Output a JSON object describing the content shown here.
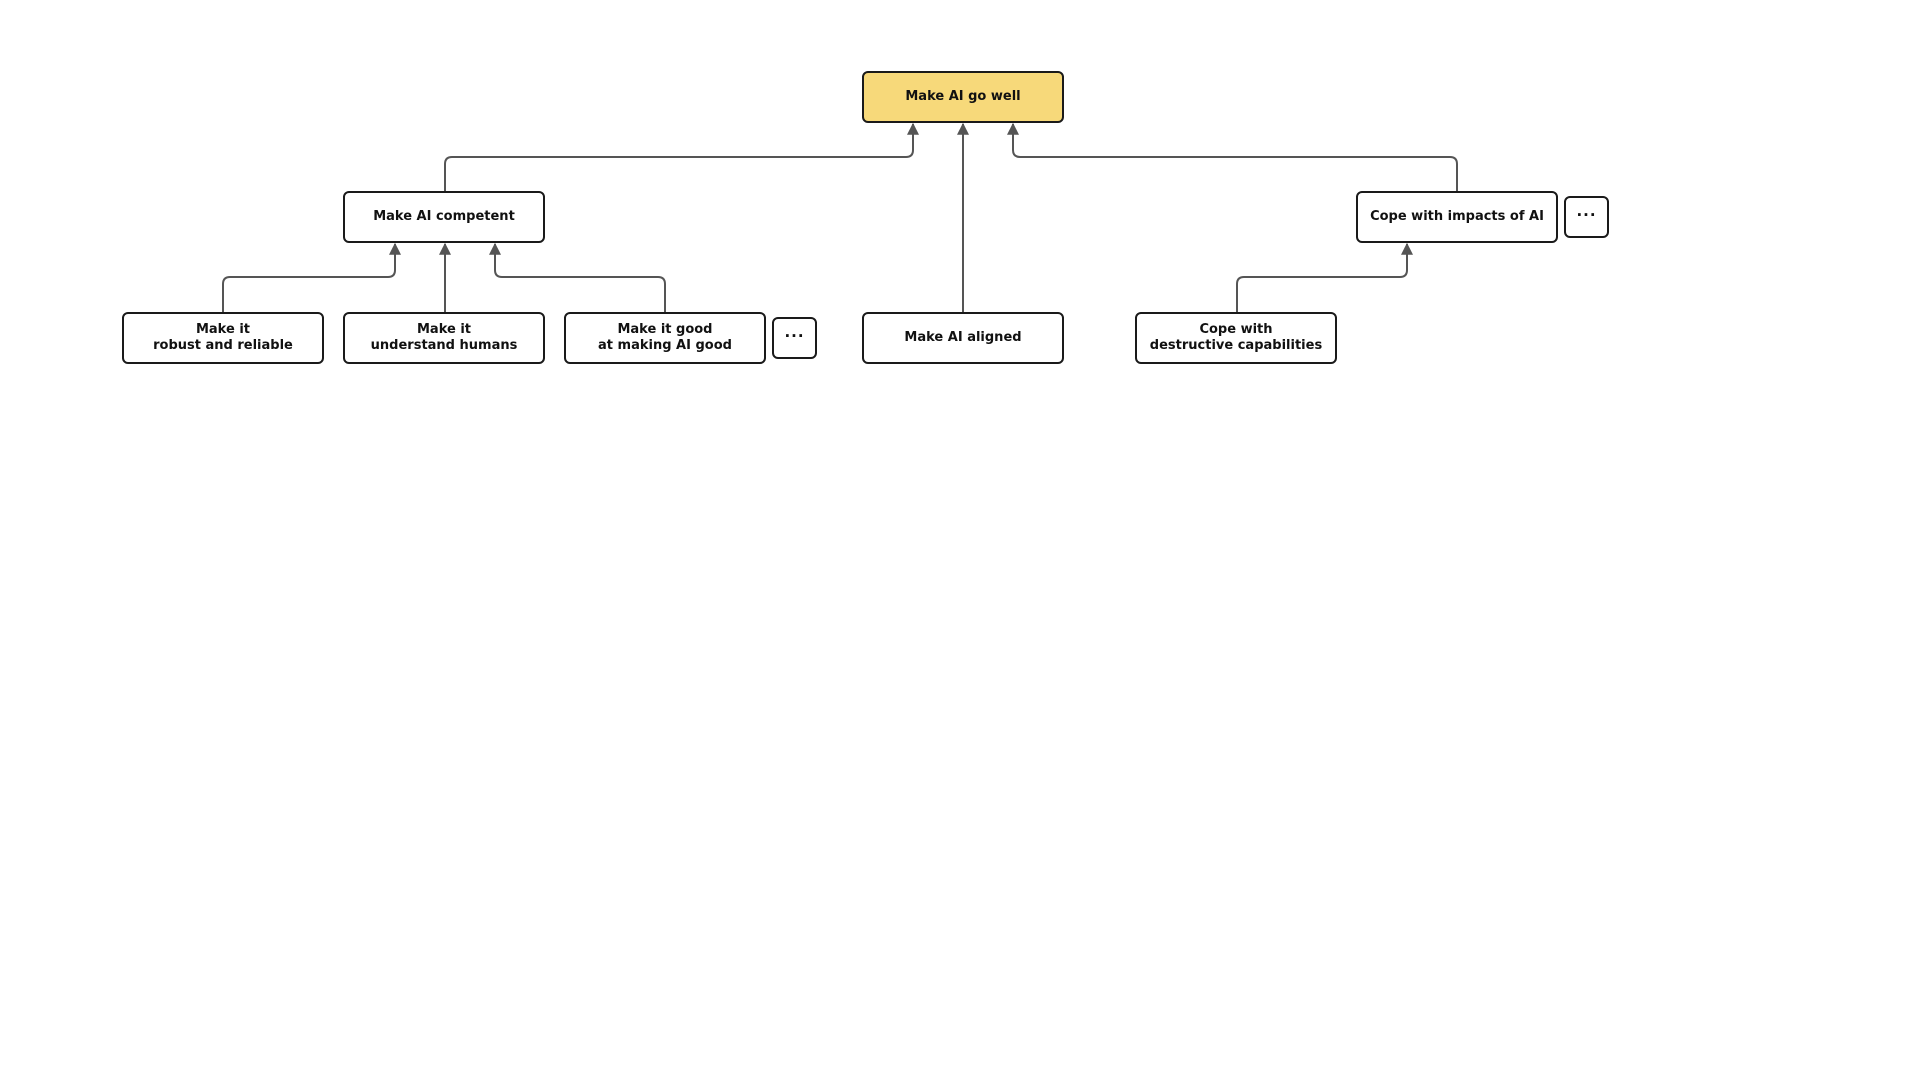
{
  "colors": {
    "root_fill": "#f7d97a",
    "node_fill": "#ffffff",
    "border": "#1a1a1a",
    "connector": "#555555"
  },
  "icons": {
    "more": "ellipsis-icon",
    "arrow": "arrowhead-icon"
  },
  "nodes": {
    "root": "Make AI go well",
    "competent": "Make AI competent",
    "aligned": "Make AI aligned",
    "impacts": "Cope with impacts of AI",
    "robust": "Make it\nrobust and reliable",
    "understand": "Make it\nunderstand humans",
    "good": "Make it good\nat making AI good",
    "destructive": "Cope with\ndestructive capabilities"
  },
  "more": {
    "symbol": "···"
  }
}
